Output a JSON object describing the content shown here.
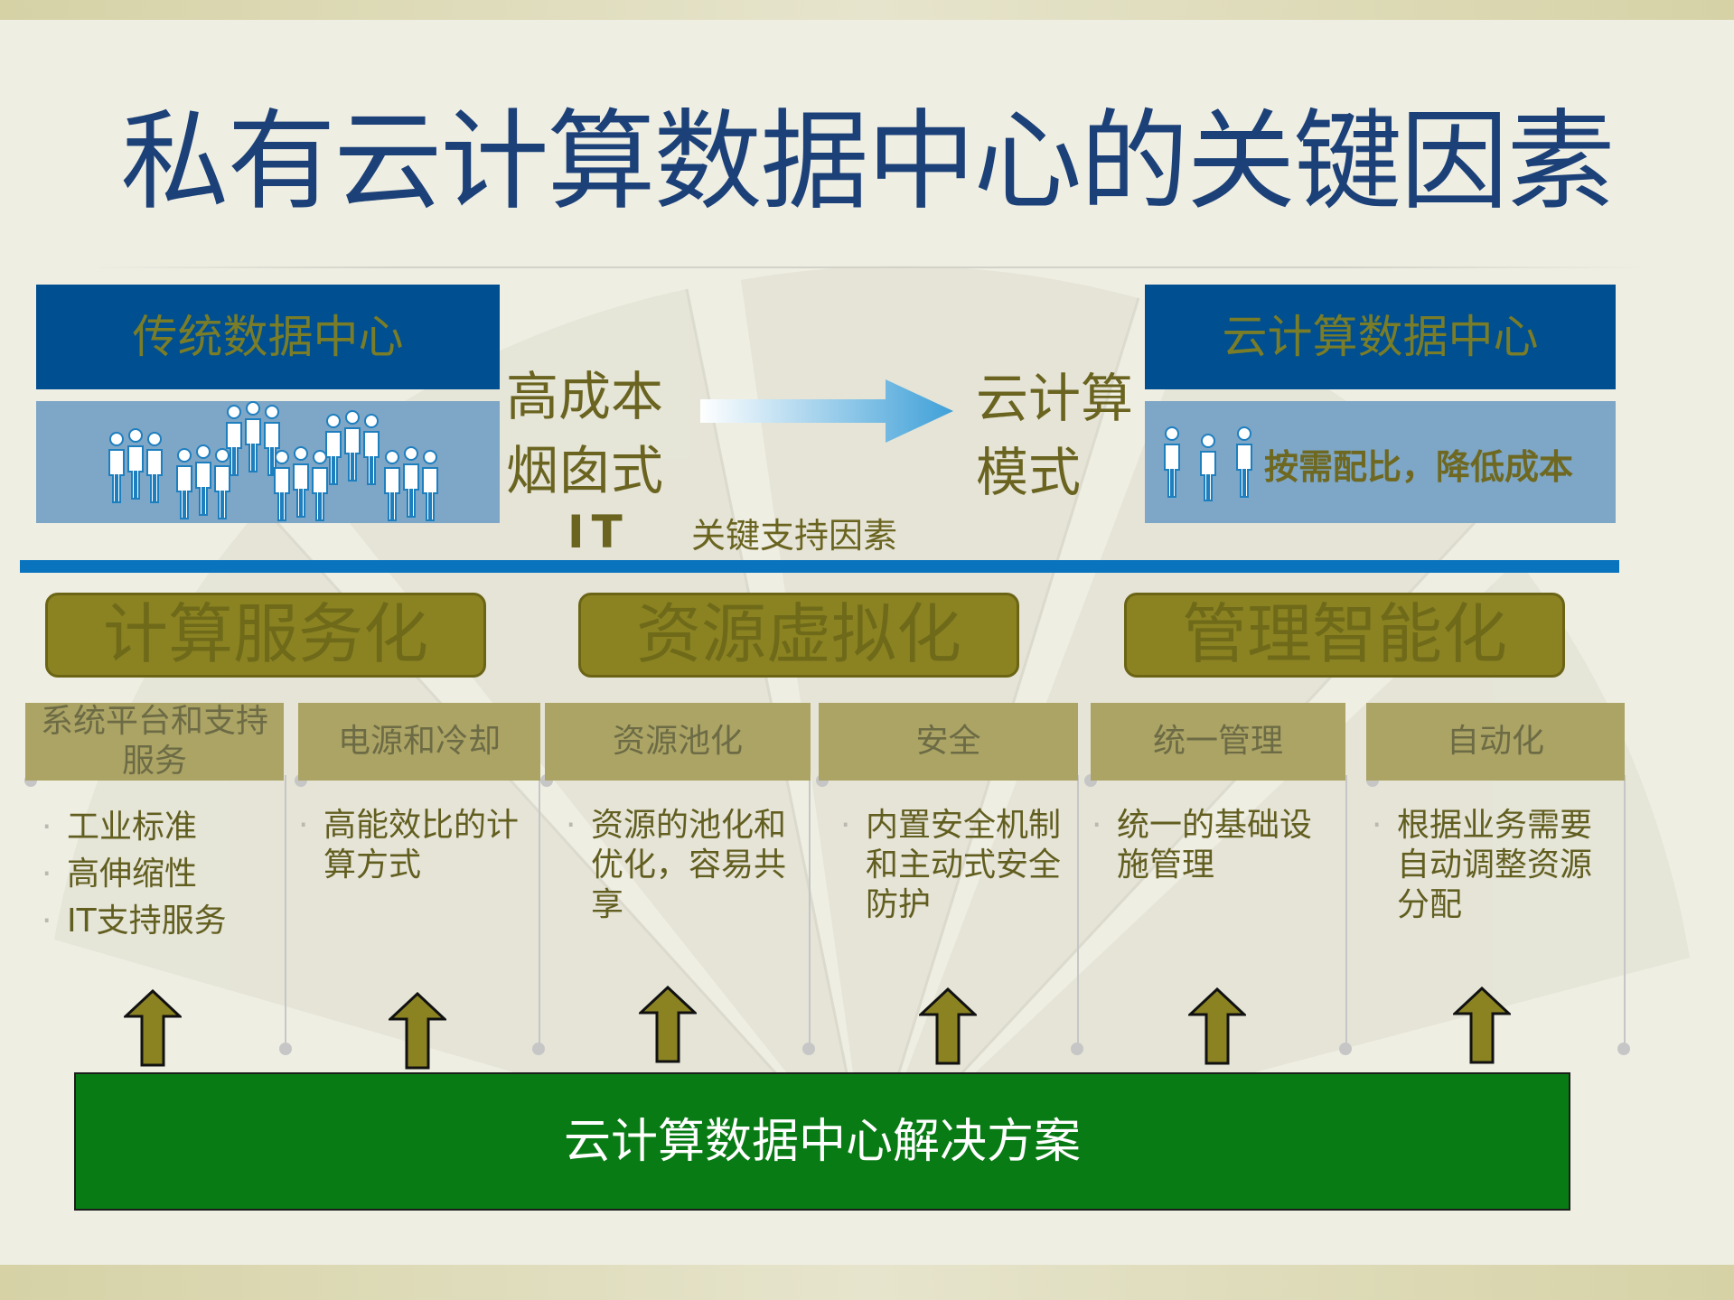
{
  "title": "私有云计算数据中心的关键因素",
  "traditional_dc": {
    "label": "传统数据中心"
  },
  "cloud_dc": {
    "label": "云计算数据中心",
    "caption": "按需配比，降低成本"
  },
  "traditional_traits": {
    "line1": "高成本",
    "line2": "烟囱式",
    "line3": "IT"
  },
  "cloud_mode": {
    "line1": "云计算",
    "line2": "模式"
  },
  "key_factors_label": "关键支持因素",
  "categories": [
    {
      "label": "计算服务化"
    },
    {
      "label": "资源虚拟化"
    },
    {
      "label": "管理智能化"
    }
  ],
  "features": [
    {
      "label": "系统平台和支持服务",
      "items": [
        "工业标准",
        "高伸缩性",
        "IT支持服务"
      ]
    },
    {
      "label": "电源和冷却",
      "desc": "高能效比的计算方式"
    },
    {
      "label": "资源池化",
      "desc": "资源的池化和优化，容易共享"
    },
    {
      "label": "安全",
      "desc": "内置安全机制和主动式安全防护"
    },
    {
      "label": "统一管理",
      "desc": "统一的基础设施管理"
    },
    {
      "label": "自动化",
      "desc": "根据业务需要自动调整资源分配"
    }
  ],
  "solution": {
    "label": "云计算数据中心解决方案"
  },
  "colors": {
    "title": "#1c4178",
    "dc_header": "#004f90",
    "dc_body": "#7da6c7",
    "divider": "#0a73bd",
    "category": "#8b8322",
    "feature_head": "#aca465",
    "solution": "#087b14",
    "arrow": "#8b8322"
  },
  "icons": [
    "people-icon",
    "right-arrow-icon",
    "up-arrow-icon"
  ]
}
